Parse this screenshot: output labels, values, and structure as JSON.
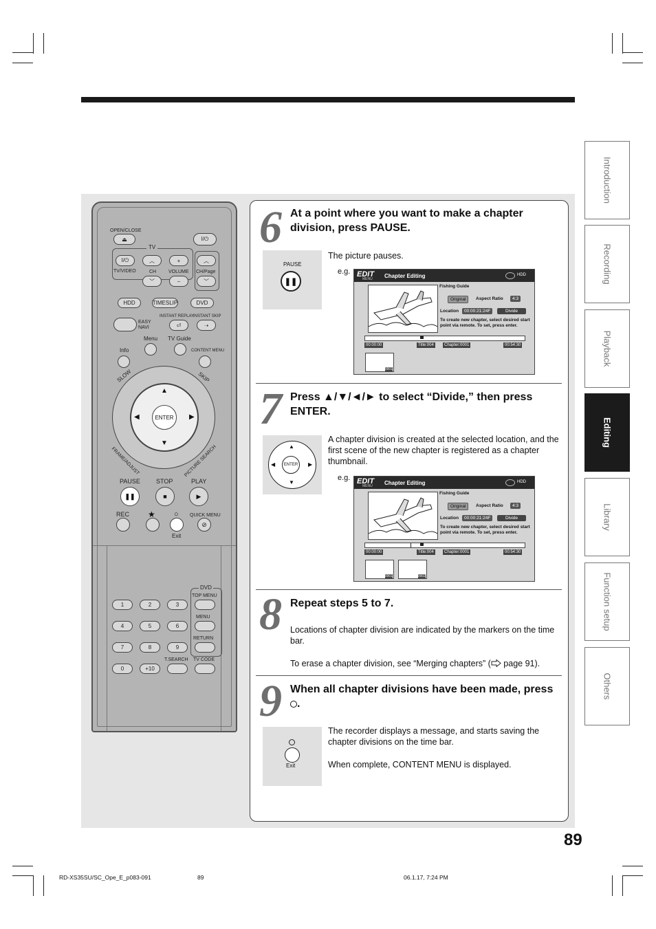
{
  "steps": [
    {
      "number": "6",
      "heading": "At a point where you want to make a chapter division, press PAUSE.",
      "icon_label": "PAUSE",
      "text": "The picture pauses.",
      "eg": "e.g."
    },
    {
      "number": "7",
      "heading": "Press ▲/▼/◄/► to select “Divide,” then press ENTER.",
      "icon_label": "ENTER",
      "text": "A chapter division is created at the selected location, and the first scene of the new chapter is registered as a chapter thumbnail.",
      "eg": "e.g."
    },
    {
      "number": "8",
      "heading": "Repeat steps 5 to 7.",
      "text1": "Locations of chapter division are indicated by the markers on the time bar.",
      "text2_a": "To erase a chapter division, see “Merging chapters” (",
      "text2_b": " page 91)."
    },
    {
      "number": "9",
      "heading": "When all chapter divisions have been made, press",
      "icon_label": "Exit",
      "text1": "The recorder displays a message, and starts saving the chapter divisions on the time bar.",
      "text2": "When complete, CONTENT MENU is displayed."
    }
  ],
  "screen": {
    "edit_label": "EDIT",
    "menu_label": "MENU",
    "title": "Chapter Editing",
    "hdd": "HDD",
    "program": "Fishing Guide",
    "original": "Original",
    "aspect_label": "Aspect Ratio",
    "aspect_value": "4:3",
    "location_label": "Location",
    "location_value": "00:00:21:24F",
    "divide": "Divide",
    "instructions": "To create new chapter, select desired start point via remote. To set, press enter.",
    "start_time": "00:00:00",
    "title_no": "Title:004",
    "chapter_no": "Chapter:0001",
    "end_time": "00:54:30",
    "thumb_label1": "0001",
    "thumb_label2": "0002"
  },
  "remote": {
    "open_close": "OPEN/CLOSE",
    "tv": "TV",
    "tv_video": "TV/VIDEO",
    "ch": "CH",
    "volume": "VOLUME",
    "ch_page": "CH/Page",
    "hdd": "HDD",
    "timeslip": "TIMESLIP",
    "dvd": "DVD",
    "easy_navi": "EASY NAVI",
    "instant_replay": "INSTANT REPLAY",
    "instant_skip": "INSTANT SKIP",
    "menu": "Menu",
    "tv_guide": "TV Guide",
    "info": "Info",
    "content_menu": "CONTENT MENU",
    "slow": "SLOW",
    "skip": "SKIP",
    "frame_adjust": "FRAME/ADJUST",
    "picture_search": "PICTURE SEARCH",
    "enter": "ENTER",
    "pause": "PAUSE",
    "stop": "STOP",
    "play": "PLAY",
    "rec": "REC",
    "quick_menu": "QUICK MENU",
    "exit": "Exit",
    "dvd2": "DVD",
    "top_menu": "TOP MENU",
    "menu2": "MENU",
    "return": "RETURN",
    "t_search": "T.SEARCH",
    "tv_code": "TV CODE",
    "keys": [
      "1",
      "2",
      "3",
      "4",
      "5",
      "6",
      "7",
      "8",
      "9",
      "0",
      "+10"
    ]
  },
  "tabs": [
    "Introduction",
    "Recording",
    "Playback",
    "Editing",
    "Library",
    "Function setup",
    "Others"
  ],
  "active_tab": "Editing",
  "page_number": "89",
  "footer": {
    "file": "RD-XS35SU/SC_Ope_E_p083-091",
    "page": "89",
    "date": "06.1.17, 7:24 PM"
  }
}
